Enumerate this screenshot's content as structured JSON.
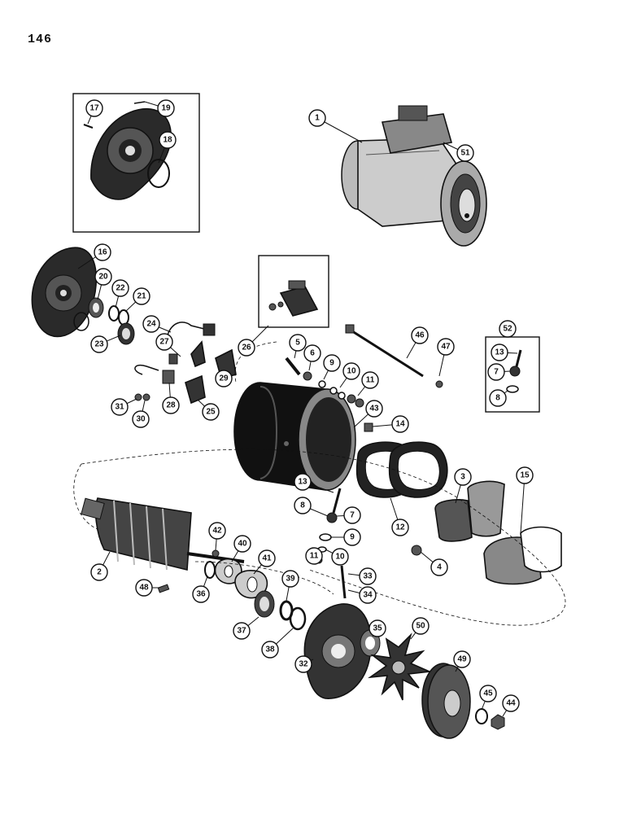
{
  "page": {
    "number": "146"
  },
  "callouts": [
    "1",
    "2",
    "3",
    "4",
    "5",
    "6",
    "7",
    "8",
    "9",
    "10",
    "11",
    "12",
    "13",
    "14",
    "15",
    "16",
    "17",
    "18",
    "19",
    "20",
    "21",
    "22",
    "23",
    "24",
    "25",
    "26",
    "27",
    "28",
    "29",
    "30",
    "31",
    "32",
    "33",
    "34",
    "35",
    "36",
    "37",
    "38",
    "39",
    "40",
    "41",
    "42",
    "43",
    "44",
    "45",
    "46",
    "47",
    "48",
    "49",
    "50",
    "51",
    "52"
  ],
  "inset_52": {
    "callouts": [
      "13",
      "7",
      "8"
    ]
  },
  "inset_9_10_11_lower": {
    "callouts": [
      "9",
      "10",
      "11",
      "13",
      "7",
      "8"
    ]
  }
}
